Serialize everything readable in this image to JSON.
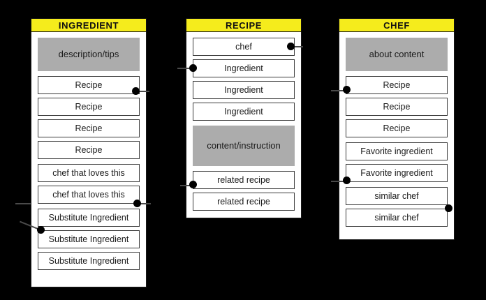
{
  "diagram": {
    "background_color": "#000000",
    "header_color": "#F5EC1C",
    "block_color": "#ACACAC",
    "row_color": "#FFFFFF",
    "connector_color": "#000000",
    "columns": [
      {
        "id": "ingredient",
        "title": "INGREDIENT",
        "items": [
          {
            "type": "block",
            "label": "description/tips"
          },
          {
            "type": "row",
            "label": "Recipe",
            "dot": "right"
          },
          {
            "type": "row",
            "label": "Recipe"
          },
          {
            "type": "row",
            "label": "Recipe"
          },
          {
            "type": "row",
            "label": "Recipe"
          },
          {
            "type": "row",
            "label": "chef that loves this",
            "group": true
          },
          {
            "type": "row",
            "label": "chef that loves this",
            "dot": "right"
          },
          {
            "type": "row",
            "label": "Substitute Ingredient",
            "dot": "left",
            "group": true
          },
          {
            "type": "row",
            "label": "Substitute Ingredient"
          },
          {
            "type": "row",
            "label": "Substitute Ingredient"
          }
        ]
      },
      {
        "id": "recipe",
        "title": "RECIPE",
        "items": [
          {
            "type": "row",
            "label": "chef",
            "dot": "right"
          },
          {
            "type": "row",
            "label": "Ingredient",
            "dot": "left"
          },
          {
            "type": "row",
            "label": "Ingredient"
          },
          {
            "type": "row",
            "label": "Ingredient"
          },
          {
            "type": "block",
            "label": "content/instruction"
          },
          {
            "type": "row",
            "label": "related recipe",
            "dot": "left"
          },
          {
            "type": "row",
            "label": "related recipe"
          }
        ]
      },
      {
        "id": "chef",
        "title": "CHEF",
        "items": [
          {
            "type": "block",
            "label": "about content"
          },
          {
            "type": "row",
            "label": "Recipe",
            "dot": "left"
          },
          {
            "type": "row",
            "label": "Recipe"
          },
          {
            "type": "row",
            "label": "Recipe"
          },
          {
            "type": "row",
            "label": "Favorite ingredient"
          },
          {
            "type": "row",
            "label": "Favorite ingredient",
            "dot": "left"
          },
          {
            "type": "row",
            "label": "similar chef",
            "dot": "right-low"
          },
          {
            "type": "row",
            "label": "similar chef"
          }
        ]
      }
    ]
  }
}
